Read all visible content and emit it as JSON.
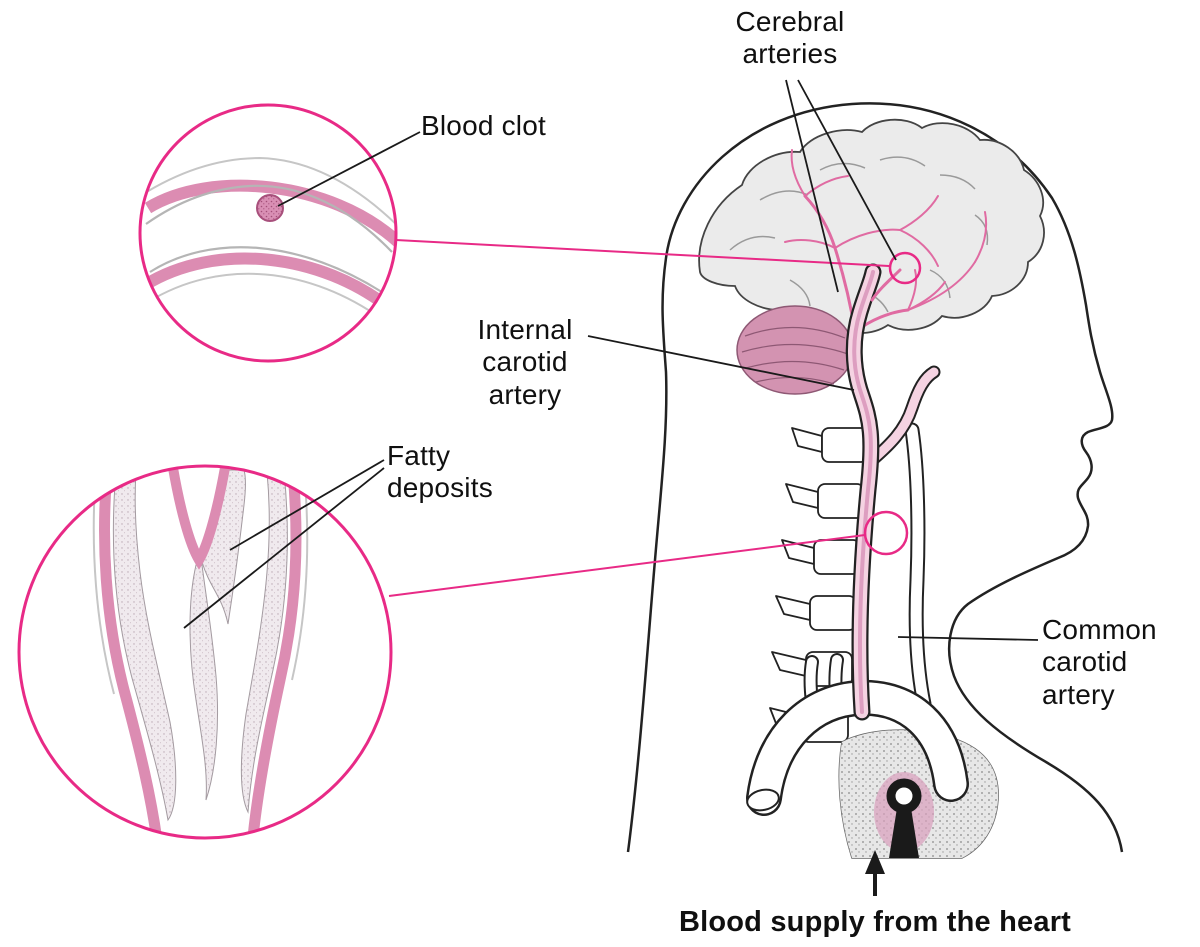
{
  "figure_labels": {
    "cerebral_arteries": "Cerebral\narteries",
    "blood_clot": "Blood clot",
    "internal_carotid_artery": "Internal\ncarotid\nartery",
    "fatty_deposits": "Fatty\ndeposits",
    "common_carotid_artery": "Common\ncarotid\nartery",
    "blood_supply": "Blood supply from the heart"
  },
  "icons": {
    "up_arrow": "▲"
  },
  "colors": {
    "accent_magenta": "#e82a86",
    "artery_wall_pink": "#dc8cb2",
    "artery_fill_pink": "#f5d3e2",
    "artery_line_pink": "#e06ba2",
    "cerebellum_mauve": "#d393b1",
    "brain_gray": "#ebebeb",
    "ink_black": "#1a1a1a"
  }
}
